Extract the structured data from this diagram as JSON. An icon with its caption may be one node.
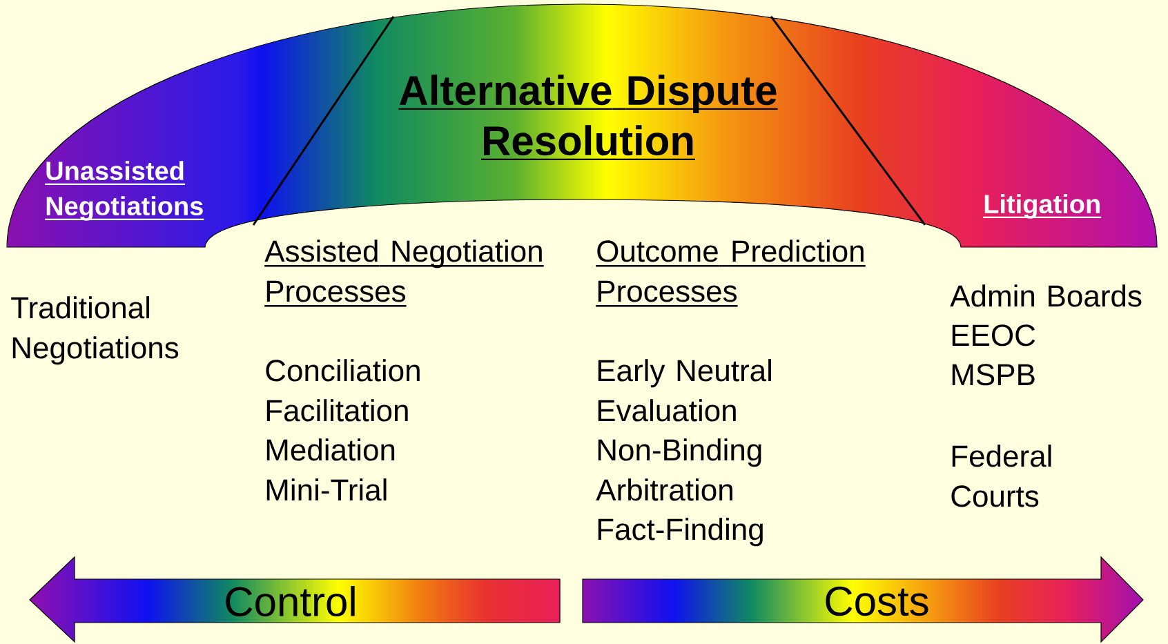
{
  "diagram": {
    "nodes": [
      {
        "text": [
          "Unassisted Negotiations",
          "Alternative Dispute Resolution",
          "Litigation"
        ]
      },
      {
        "text": [
          "Control"
        ]
      },
      {
        "text": [
          "Costs"
        ]
      }
    ],
    "labels": [
      "Traditional Negotiations",
      "Assisted Negotiation Processes",
      "Conciliation",
      "Facilitation",
      "Mediation",
      "Mini-Trial",
      "Outcome Prediction Processes",
      "Early Neutral Evaluation",
      "Non-Binding Arbitration",
      "Fact-Finding",
      "Admin Boards",
      "EEOC",
      "MSPB",
      "Federal Courts"
    ]
  }
}
